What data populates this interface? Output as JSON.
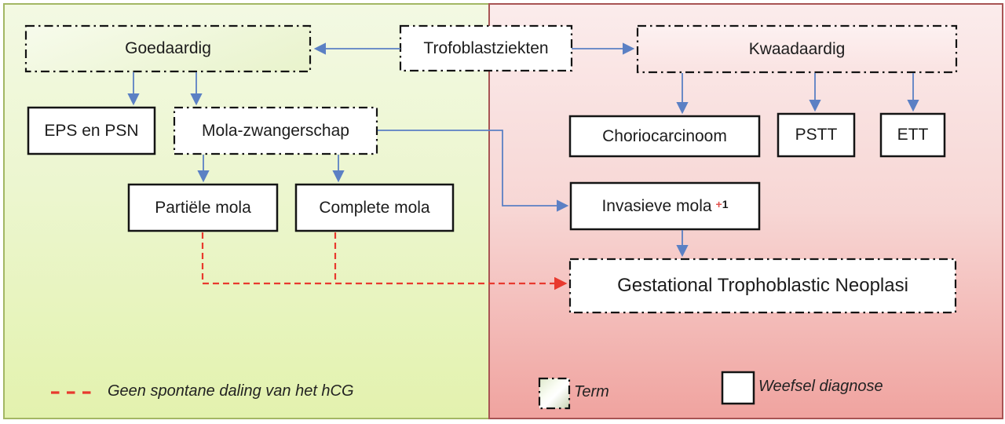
{
  "title": "Trofoblastziekten flowchart",
  "nodes": {
    "root": "Trofoblastziekten",
    "benign": "Goedaardig",
    "malignant": "Kwaadaardig",
    "eps_psn": "EPS en PSN",
    "mola": "Mola-zwangerschap",
    "partial_mola": "Partiële mola",
    "complete_mola": "Complete mola",
    "choriocarcinoma": "Choriocarcinoom",
    "pstt": "PSTT",
    "ett": "ETT",
    "invasive_mola": "Invasieve mola",
    "invasive_mola_sup_plus": "+",
    "invasive_mola_sup_num": "1",
    "gtn": "Gestational Trophoblastic Neoplasi"
  },
  "legend": {
    "red_dashed_label": "Geen spontane daling van het hCG",
    "term_label": "Term",
    "tissue_label": "Weefsel diagnose"
  },
  "colors": {
    "benign_panel_top": "#f3f9e3",
    "benign_panel_bottom": "#e3f2ae",
    "benign_panel_border": "#a3b764",
    "malignant_panel_top": "#fbecec",
    "malignant_panel_bottom": "#f0a39f",
    "malignant_panel_border": "#a85454",
    "connector_blue": "#5b80c4",
    "connector_red_dashed": "#e8392e",
    "box_border": "#141414",
    "box_fill": "#ffffff"
  }
}
